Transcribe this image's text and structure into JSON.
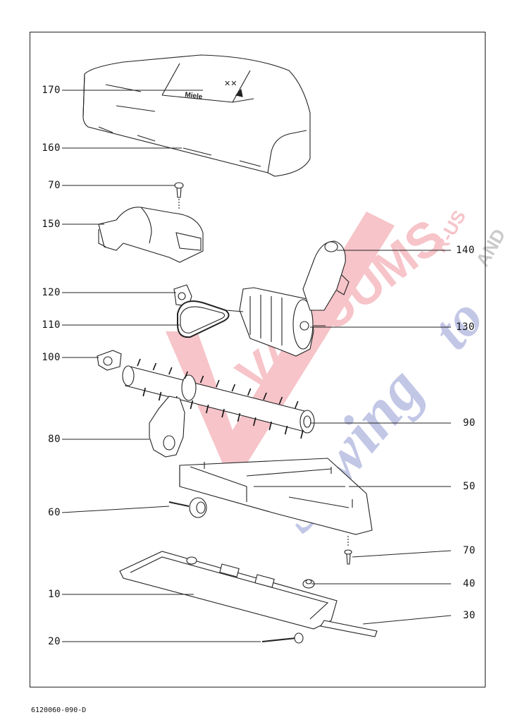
{
  "document_number": "6120060-090-D",
  "brand_on_part": "Miele",
  "watermark": {
    "line1": "VACUUMS",
    "line2": "Sewing",
    "line3": "R-US",
    "line4": "AND",
    "line5": "to"
  },
  "callouts": [
    {
      "id": "170",
      "side": "left"
    },
    {
      "id": "160",
      "side": "left"
    },
    {
      "id": "70-top",
      "label": "70",
      "side": "left"
    },
    {
      "id": "150",
      "side": "left"
    },
    {
      "id": "120",
      "side": "left"
    },
    {
      "id": "110",
      "side": "left"
    },
    {
      "id": "100",
      "side": "left"
    },
    {
      "id": "80",
      "side": "left"
    },
    {
      "id": "60",
      "side": "left"
    },
    {
      "id": "10",
      "side": "left"
    },
    {
      "id": "20",
      "side": "left"
    },
    {
      "id": "140",
      "side": "right"
    },
    {
      "id": "130",
      "side": "right"
    },
    {
      "id": "90",
      "side": "right"
    },
    {
      "id": "50",
      "side": "right"
    },
    {
      "id": "70-bottom",
      "label": "70",
      "side": "right"
    },
    {
      "id": "40",
      "side": "right"
    },
    {
      "id": "30",
      "side": "right"
    }
  ],
  "labels": {
    "c170": "170",
    "c160": "160",
    "c70a": "70",
    "c150": "150",
    "c120": "120",
    "c110": "110",
    "c100": "100",
    "c80": "80",
    "c60": "60",
    "c10": "10",
    "c20": "20",
    "c140": "140",
    "c130": "130",
    "c90": "90",
    "c50": "50",
    "c70b": "70",
    "c40": "40",
    "c30": "30"
  }
}
